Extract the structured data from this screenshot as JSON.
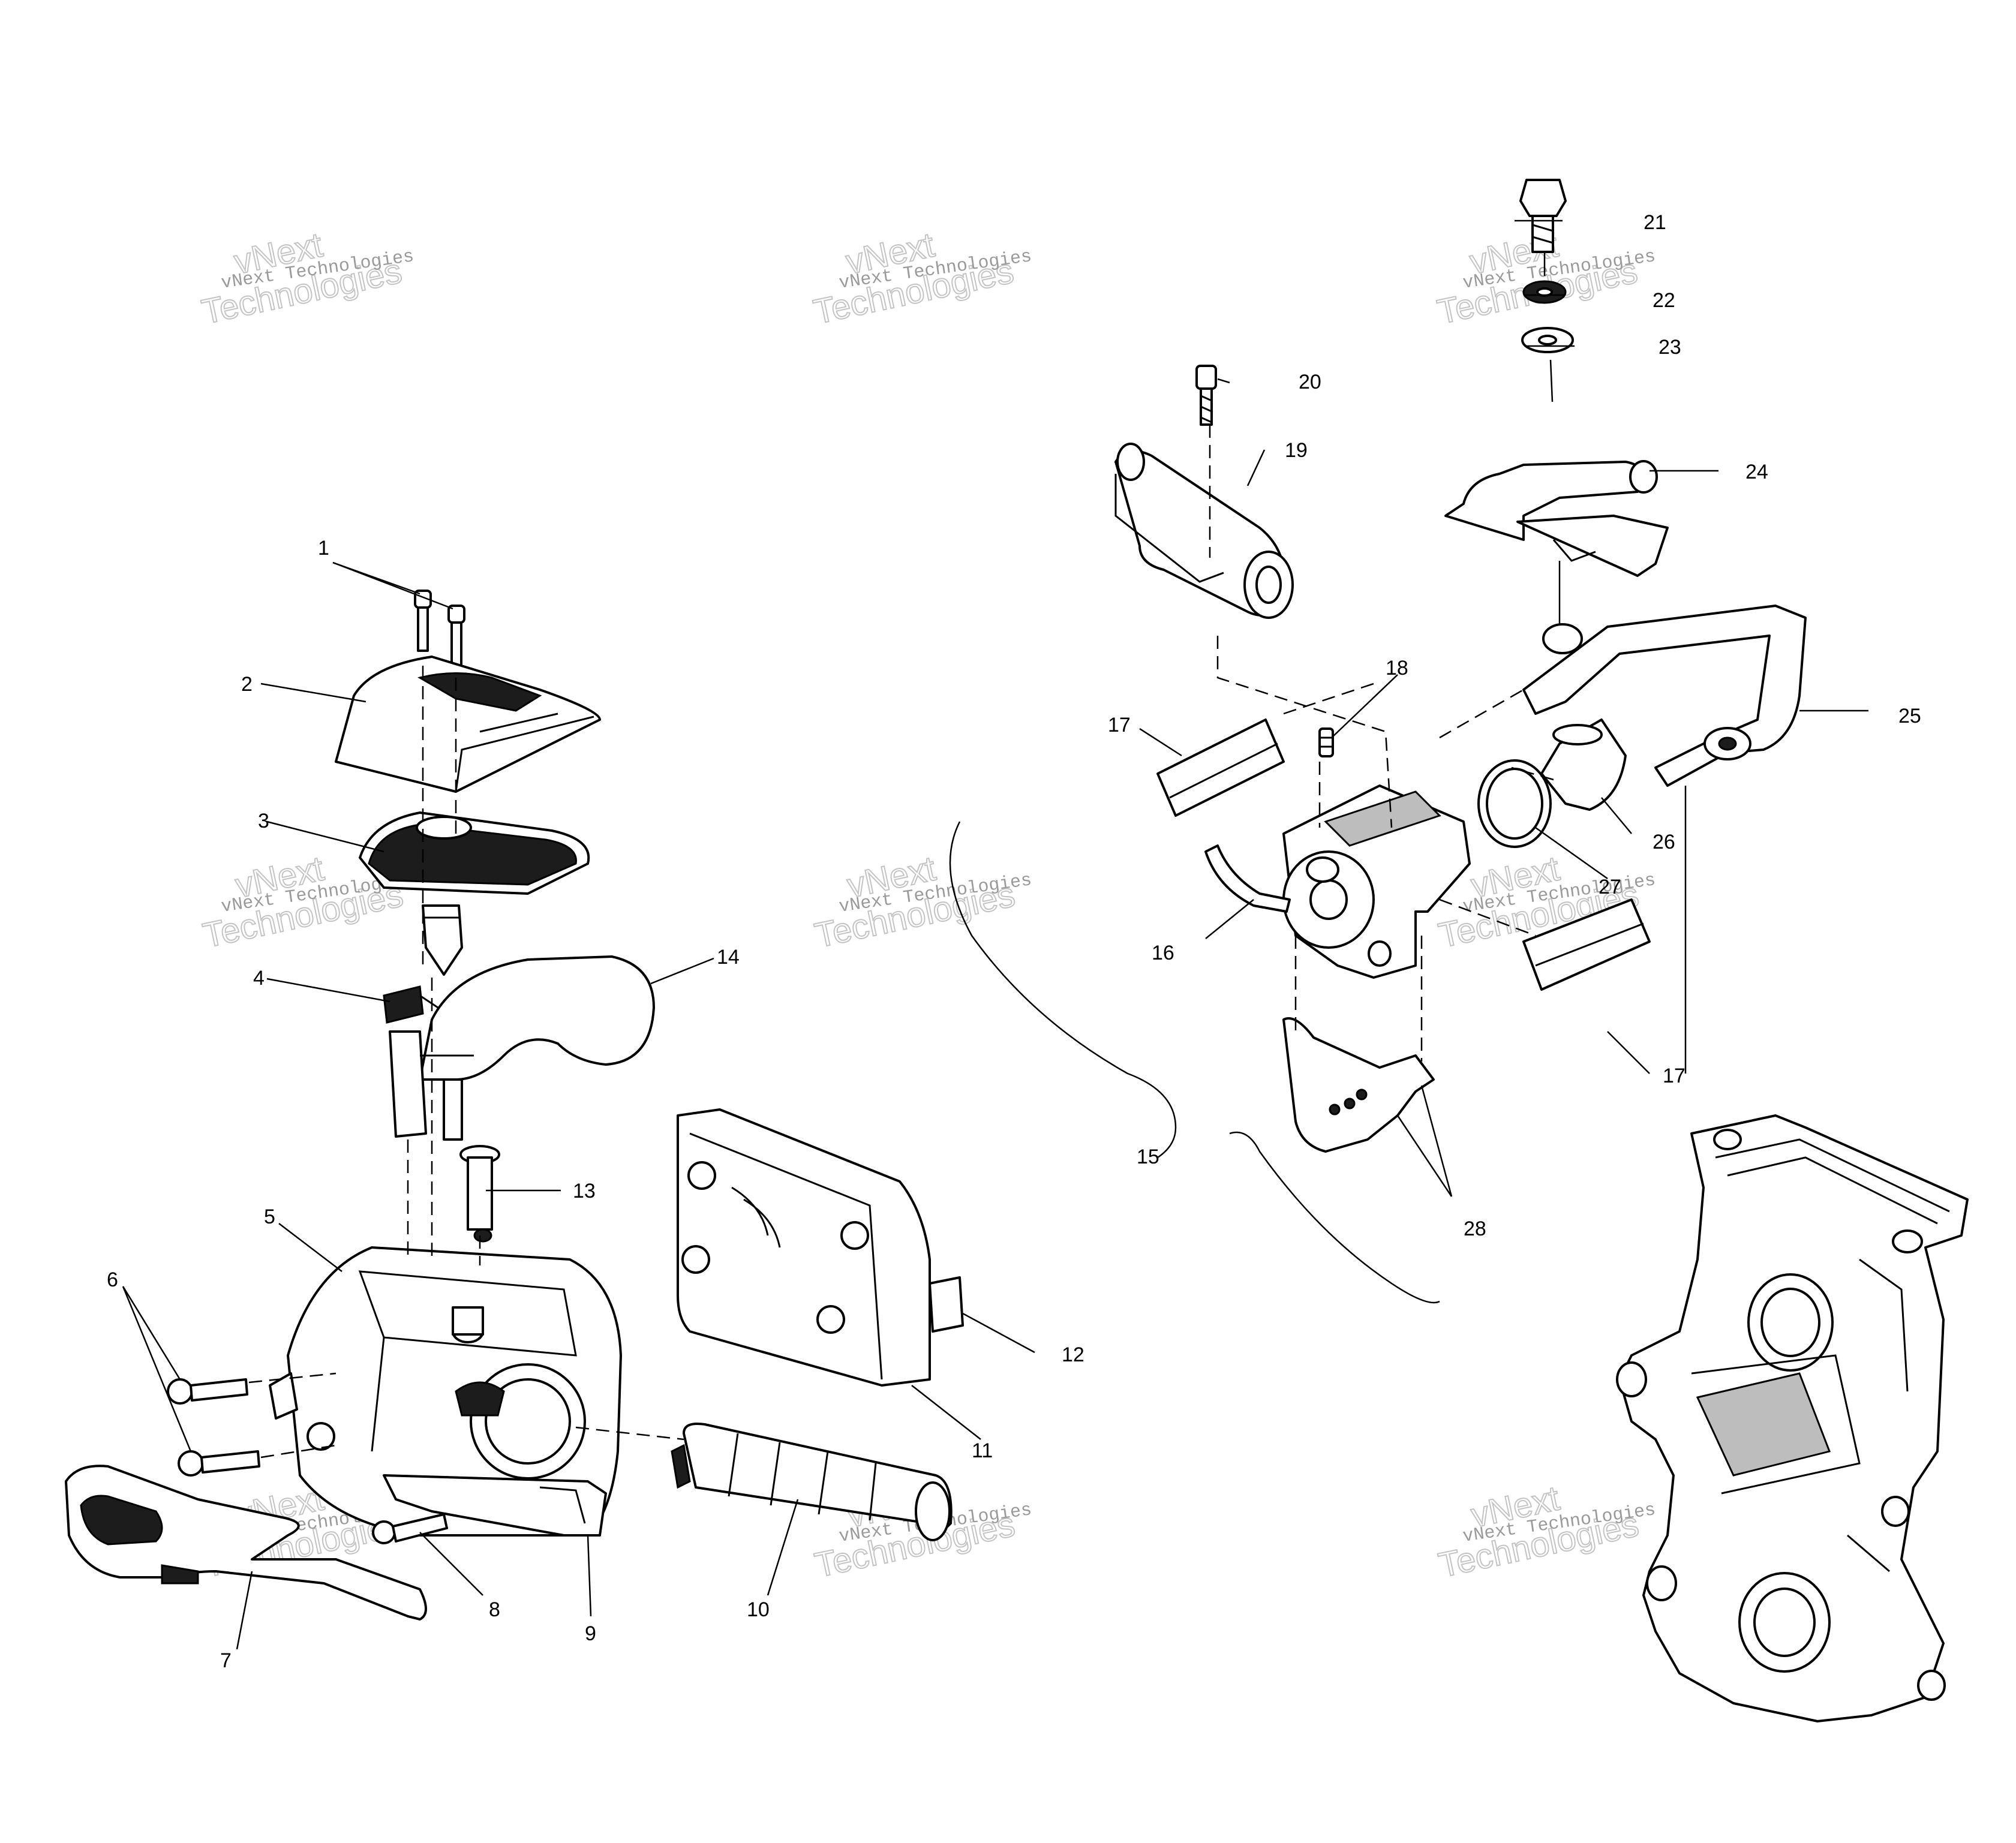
{
  "callouts": [
    "1",
    "2",
    "3",
    "4",
    "5",
    "6",
    "7",
    "8",
    "9",
    "10",
    "11",
    "12",
    "13",
    "14",
    "15",
    "16",
    "17",
    "17",
    "18",
    "19",
    "20",
    "21",
    "22",
    "23",
    "24",
    "25",
    "26",
    "27",
    "28"
  ],
  "watermark": {
    "line1": "vNext",
    "line2": "Technologies",
    "small": "vNext Technologies"
  }
}
